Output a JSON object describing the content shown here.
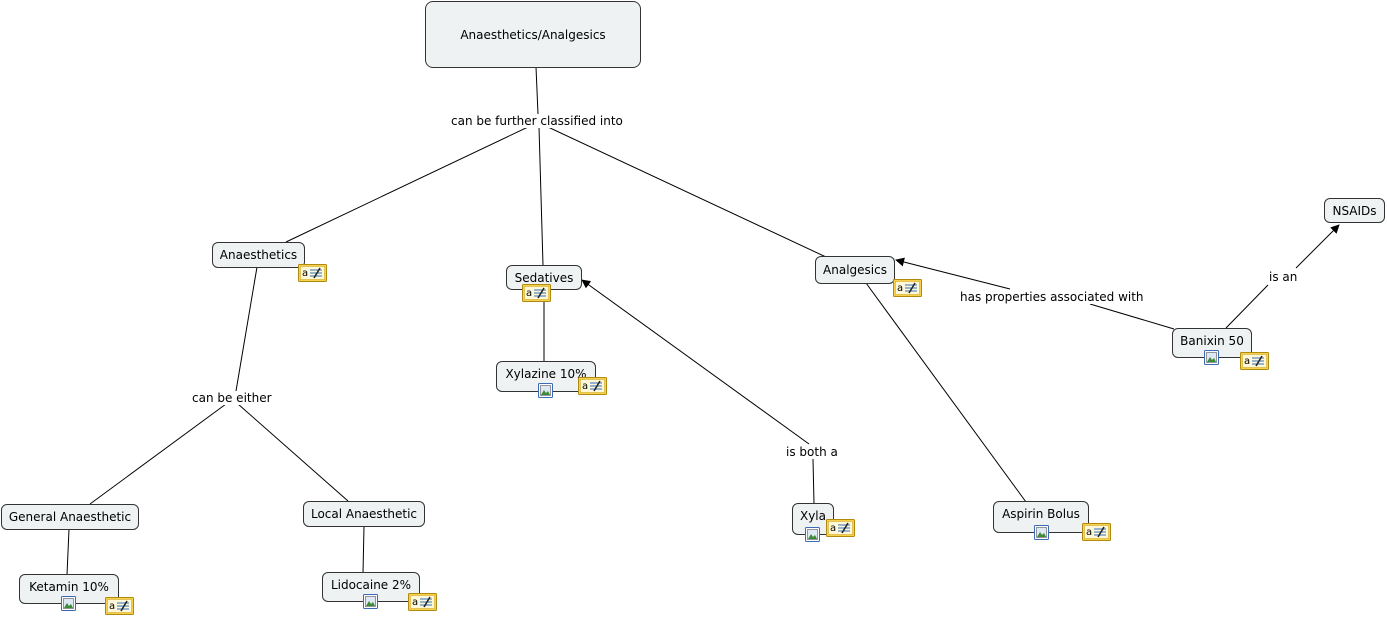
{
  "colors": {
    "node_fill": "#eef2f3",
    "node_border": "#333333",
    "line": "#000000",
    "note_fill": "#f7d14c",
    "image_icon_border": "#3a6ab8"
  },
  "concepts": {
    "anaesthetics_analgesics": "Anaesthetics/Analgesics",
    "anaesthetics": "Anaesthetics",
    "sedatives": "Sedatives",
    "analgesics": "Analgesics",
    "nsaids": "NSAIDs",
    "banixin": "Banixin 50",
    "xylazine": "Xylazine 10%",
    "general": "General Anaesthetic",
    "local": "Local Anaesthetic",
    "ketamin": "Ketamin 10%",
    "lidocaine": "Lidocaine 2%",
    "xyla": "Xyla",
    "aspirin": "Aspirin Bolus"
  },
  "links": {
    "classified": "can be further classified into",
    "can_be_either": "can be either",
    "is_both": "is both a",
    "has_properties": "has properties associated with",
    "is_an": "is an"
  },
  "icons": {
    "note": "annotation-note-icon",
    "image": "image-resource-icon"
  }
}
